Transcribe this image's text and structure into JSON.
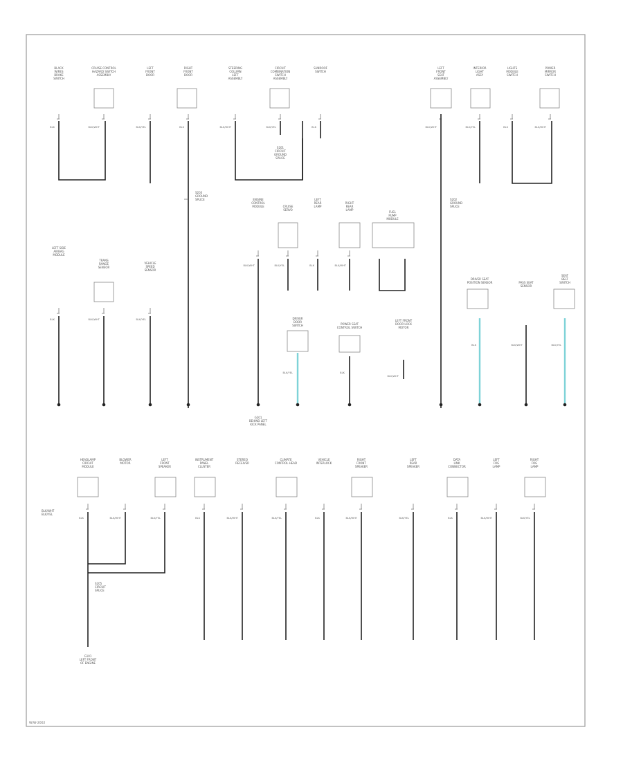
{
  "diagram": {
    "footer_code": "W/W-2002",
    "accent_colors": {
      "wire": "#222222",
      "highlight": "#7ed3d8",
      "frame": "#9a9a9a"
    },
    "row1_labels": [
      {
        "id": "c1",
        "lines": [
          "BLACK",
          "WIRES",
          "BRAKE",
          "SWITCH"
        ]
      },
      {
        "id": "c2",
        "lines": [
          "CRUISE CONTROL",
          "HAZARD SWITCH",
          "ASSEMBLY"
        ]
      },
      {
        "id": "c3",
        "lines": [
          "LEFT",
          "FRONT",
          "DOOR"
        ]
      },
      {
        "id": "c4",
        "lines": [
          "RIGHT",
          "FRONT",
          "DOOR"
        ]
      },
      {
        "id": "c5",
        "lines": [
          "STEERING",
          "COLUMN",
          "LEFT",
          "ASSEMBLY"
        ]
      },
      {
        "id": "c6",
        "lines": [
          "CIRCUIT",
          "COMBINATION",
          "SWITCH",
          "ASSEMBLY"
        ]
      },
      {
        "id": "c7",
        "lines": [
          "SUNROOF",
          "SWITCH"
        ]
      },
      {
        "id": "c8",
        "lines": [
          "LEFT",
          "FRONT",
          "SEAT",
          "ASSEMBLY"
        ]
      },
      {
        "id": "c9",
        "lines": [
          "INTERIOR",
          "LIGHT",
          "ASSY"
        ]
      },
      {
        "id": "c10",
        "lines": [
          "LIGHTS",
          "MODULE",
          "SWITCH"
        ]
      },
      {
        "id": "c11",
        "lines": [
          "POWER",
          "MIRROR",
          "SWITCH"
        ]
      }
    ],
    "row2_labels": [
      {
        "id": "m1",
        "lines": [
          "LEFT SIDE",
          "AIRBAG",
          "MODULE"
        ]
      },
      {
        "id": "m2",
        "lines": [
          "TRANS",
          "RANGE",
          "SENSOR"
        ]
      },
      {
        "id": "m3",
        "lines": [
          "VEHICLE",
          "SPEED",
          "SENSOR"
        ]
      },
      {
        "id": "m4",
        "lines": [
          "ENGINE",
          "CONTROL",
          "MODULE"
        ]
      },
      {
        "id": "m5",
        "lines": [
          "CRUISE",
          "SERVO"
        ]
      },
      {
        "id": "m6",
        "lines": [
          "LEFT",
          "REAR",
          "LAMP"
        ]
      },
      {
        "id": "m7",
        "lines": [
          "RIGHT",
          "REAR",
          "LAMP"
        ]
      },
      {
        "id": "m8",
        "lines": [
          "FUEL",
          "PUMP",
          "MODULE"
        ]
      },
      {
        "id": "m9",
        "lines": [
          "DRIVER SEAT",
          "POSITION SENSOR"
        ]
      },
      {
        "id": "m10",
        "lines": [
          "PASS SEAT",
          "SENSOR"
        ]
      },
      {
        "id": "m11",
        "lines": [
          "SEAT",
          "BELT",
          "SWITCH"
        ]
      }
    ],
    "row3_labels": [
      {
        "id": "b1",
        "lines": [
          "HEADLAMP",
          "CIRCUIT",
          "MODULE"
        ]
      },
      {
        "id": "b2",
        "lines": [
          "BLOWER",
          "MOTOR"
        ]
      },
      {
        "id": "b3",
        "lines": [
          "LEFT",
          "FRONT",
          "SPEAKER"
        ]
      },
      {
        "id": "b4",
        "lines": [
          "INSTRUMENT",
          "PANEL",
          "CLUSTER"
        ]
      },
      {
        "id": "b5",
        "lines": [
          "STEREO",
          "RECEIVER"
        ]
      },
      {
        "id": "b6",
        "lines": [
          "CLIMATE",
          "CONTROL HEAD"
        ]
      },
      {
        "id": "b7",
        "lines": [
          "VEHICLE",
          "INTERLOCK"
        ]
      },
      {
        "id": "b8",
        "lines": [
          "RIGHT",
          "FRONT",
          "SPEAKER"
        ]
      },
      {
        "id": "b9",
        "lines": [
          "LEFT",
          "REAR",
          "SPEAKER"
        ]
      },
      {
        "id": "b10",
        "lines": [
          "DATA",
          "LINK",
          "CONNECTOR"
        ]
      },
      {
        "id": "b11",
        "lines": [
          "LEFT",
          "FOG",
          "LAMP"
        ]
      },
      {
        "id": "b12",
        "lines": [
          "RIGHT",
          "FOG",
          "LAMP"
        ]
      }
    ],
    "ground_labels": [
      {
        "id": "g1",
        "lines": [
          "G201",
          "BEHIND LEFT",
          "KICK PANEL"
        ]
      },
      {
        "id": "g2",
        "lines": [
          "G101",
          "LEFT FRONT",
          "OF ENGINE"
        ]
      }
    ],
    "splice_notes": [
      {
        "id": "s1",
        "lines": [
          "S201",
          "CIRCUIT",
          "GROUND",
          "SPLICE"
        ]
      },
      {
        "id": "s2",
        "lines": [
          "S202",
          "GROUND",
          "SPLICE"
        ]
      },
      {
        "id": "s3",
        "lines": [
          "S203",
          "GROUND",
          "SPLICE"
        ]
      }
    ],
    "wire_codes": [
      "BLK",
      "BLK/WHT",
      "BLK/YEL"
    ]
  }
}
